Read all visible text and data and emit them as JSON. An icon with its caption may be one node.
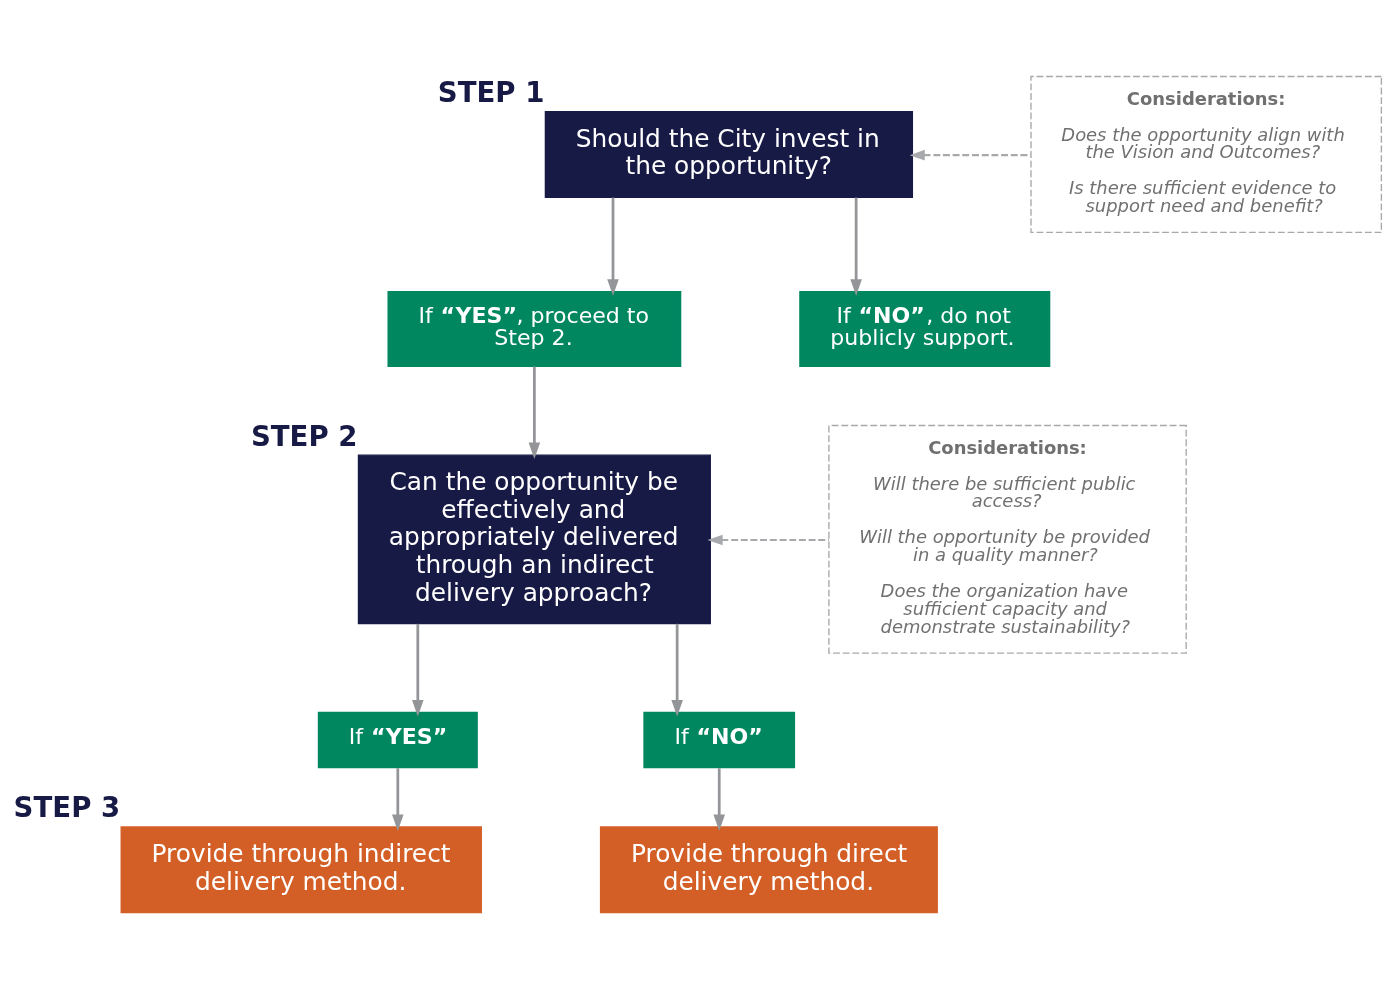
{
  "diagram": {
    "nodes": [
      {
        "text": [
          "Should the City invest in the opportunity?"
        ],
        "beside": [
          "STEP 1"
        ]
      },
      {
        "text": [
          "Considerations:",
          "Does the opportunity align with the Vision and Outcomes?",
          "Is there sufficient evidence to support need and benefit?"
        ]
      },
      {
        "text": [
          "If **“YES”**, proceed to Step 2."
        ]
      },
      {
        "text": [
          "If **“NO”**, do not publicly support."
        ]
      },
      {
        "text": [
          "Can the opportunity be effectively and appropriately delivered through an indirect delivery approach?"
        ],
        "beside": [
          "STEP 2"
        ]
      },
      {
        "text": [
          "Considerations:",
          "Will there be sufficient public access?",
          "Will the opportunity be provided in a quality manner?",
          "Does the organization have sufficient capacity and demonstrate sustainability?"
        ]
      },
      {
        "text": [
          "If **“YES”**"
        ]
      },
      {
        "text": [
          "If **“NO”**"
        ]
      },
      {
        "text": [
          "Provide through indirect delivery method."
        ],
        "beside": [
          "STEP 3"
        ]
      },
      {
        "text": [
          "Provide through direct delivery method."
        ]
      }
    ],
    "edges": [
      {
        "from": 1,
        "to": 0,
        "arrow": "to",
        "style": "dashed",
        "color": "#a7a9ac"
      },
      {
        "from": 0,
        "to": 2,
        "arrow": "to"
      },
      {
        "from": 0,
        "to": 3,
        "arrow": "to"
      },
      {
        "from": 2,
        "to": 4,
        "arrow": "to"
      },
      {
        "from": 5,
        "to": 4,
        "arrow": "to",
        "style": "dashed",
        "color": "#a7a9ac"
      },
      {
        "from": 4,
        "to": 6,
        "arrow": "to"
      },
      {
        "from": 4,
        "to": 7,
        "arrow": "to"
      },
      {
        "from": 6,
        "to": 8,
        "arrow": "to"
      },
      {
        "from": 7,
        "to": 9,
        "arrow": "to"
      }
    ]
  }
}
